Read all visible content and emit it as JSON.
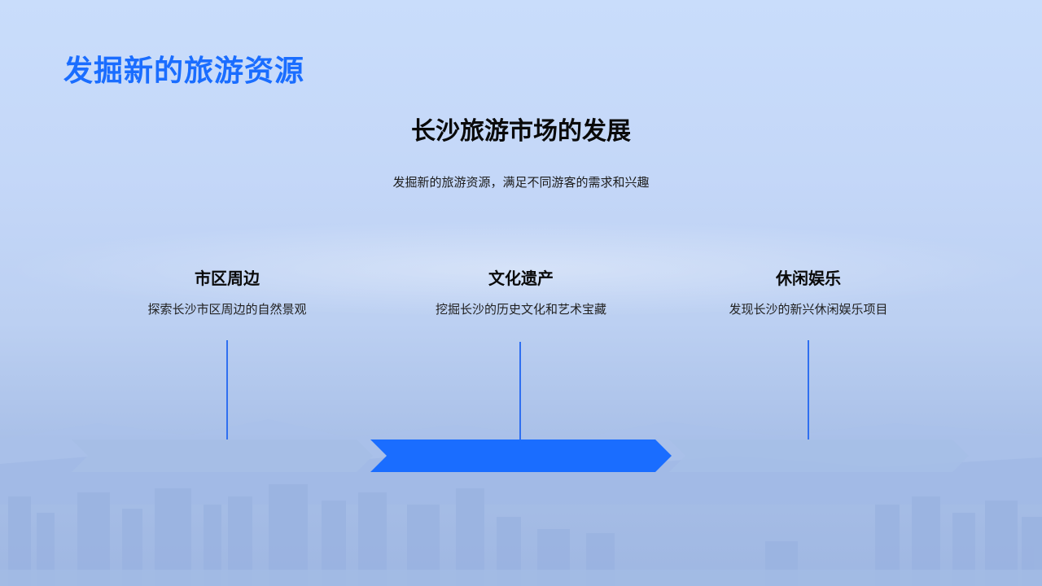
{
  "slide": {
    "title": "发掘新的旅游资源",
    "subtitle": "长沙旅游市场的发展",
    "description": "发掘新的旅游资源，满足不同游客的需求和兴趣"
  },
  "items": [
    {
      "heading": "市区周边",
      "text": "探索长沙市区周边的自然景观",
      "active": false
    },
    {
      "heading": "文化遗产",
      "text": "挖掘长沙的历史文化和艺术宝藏",
      "active": true
    },
    {
      "heading": "休闲娱乐",
      "text": "发现长沙的新兴休闲娱乐项目",
      "active": false
    }
  ],
  "colors": {
    "accent": "#1a6dff",
    "arrow_active": "#1a6dff",
    "arrow_inactive": "#a6bee6",
    "connector": "#2f6ff0"
  }
}
